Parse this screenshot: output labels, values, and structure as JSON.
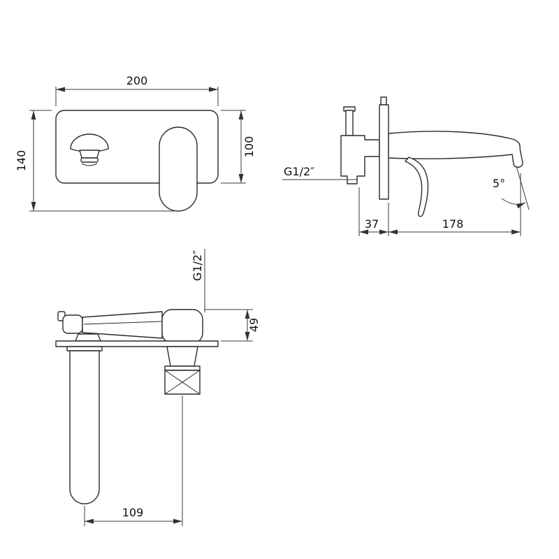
{
  "meta": {
    "ink_color": "#2b2b2b",
    "background": "#ffffff",
    "drawing_type": "wall-mounted basin mixer technical dimension drawing"
  },
  "views": {
    "front": {
      "dims": {
        "width": "200",
        "total_height": "140",
        "plate_height": "100"
      }
    },
    "side": {
      "thread_label": "G1/2″",
      "dims": {
        "inlet_depth": "37",
        "spout_reach": "178",
        "spout_angle": "5°"
      }
    },
    "top": {
      "thread_label": "G1/2″",
      "dims": {
        "body_height": "49",
        "axis_offset": "109"
      }
    }
  }
}
